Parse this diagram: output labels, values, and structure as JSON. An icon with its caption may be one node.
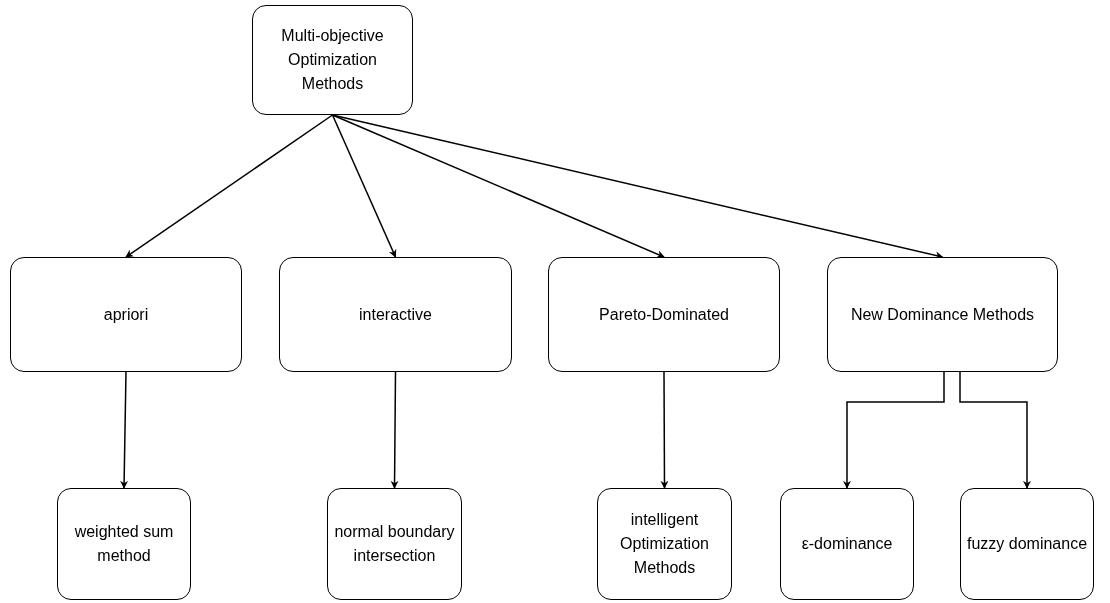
{
  "diagram": {
    "nodes": [
      {
        "text": [
          "Multi-objective Optimization Methods"
        ]
      },
      {
        "text": [
          "apriori"
        ]
      },
      {
        "text": [
          "interactive"
        ]
      },
      {
        "text": [
          "Pareto-Dominated"
        ]
      },
      {
        "text": [
          "New Dominance Methods"
        ]
      },
      {
        "text": [
          "weighted sum method"
        ]
      },
      {
        "text": [
          "normal boundary intersection"
        ]
      },
      {
        "text": [
          "intelligent Optimization Methods"
        ]
      },
      {
        "text": [
          "ε-dominance"
        ]
      },
      {
        "text": [
          "fuzzy dominance"
        ]
      }
    ],
    "edges": [
      {
        "from": 0,
        "to": 1,
        "arrow": "to"
      },
      {
        "from": 0,
        "to": 2,
        "arrow": "to"
      },
      {
        "from": 0,
        "to": 3,
        "arrow": "to"
      },
      {
        "from": 0,
        "to": 4,
        "arrow": "to"
      },
      {
        "from": 1,
        "to": 5,
        "arrow": "to"
      },
      {
        "from": 2,
        "to": 6,
        "arrow": "to"
      },
      {
        "from": 3,
        "to": 7,
        "arrow": "to"
      },
      {
        "from": 4,
        "to": 8,
        "arrow": "to"
      },
      {
        "from": 4,
        "to": 9,
        "arrow": "to"
      }
    ]
  }
}
